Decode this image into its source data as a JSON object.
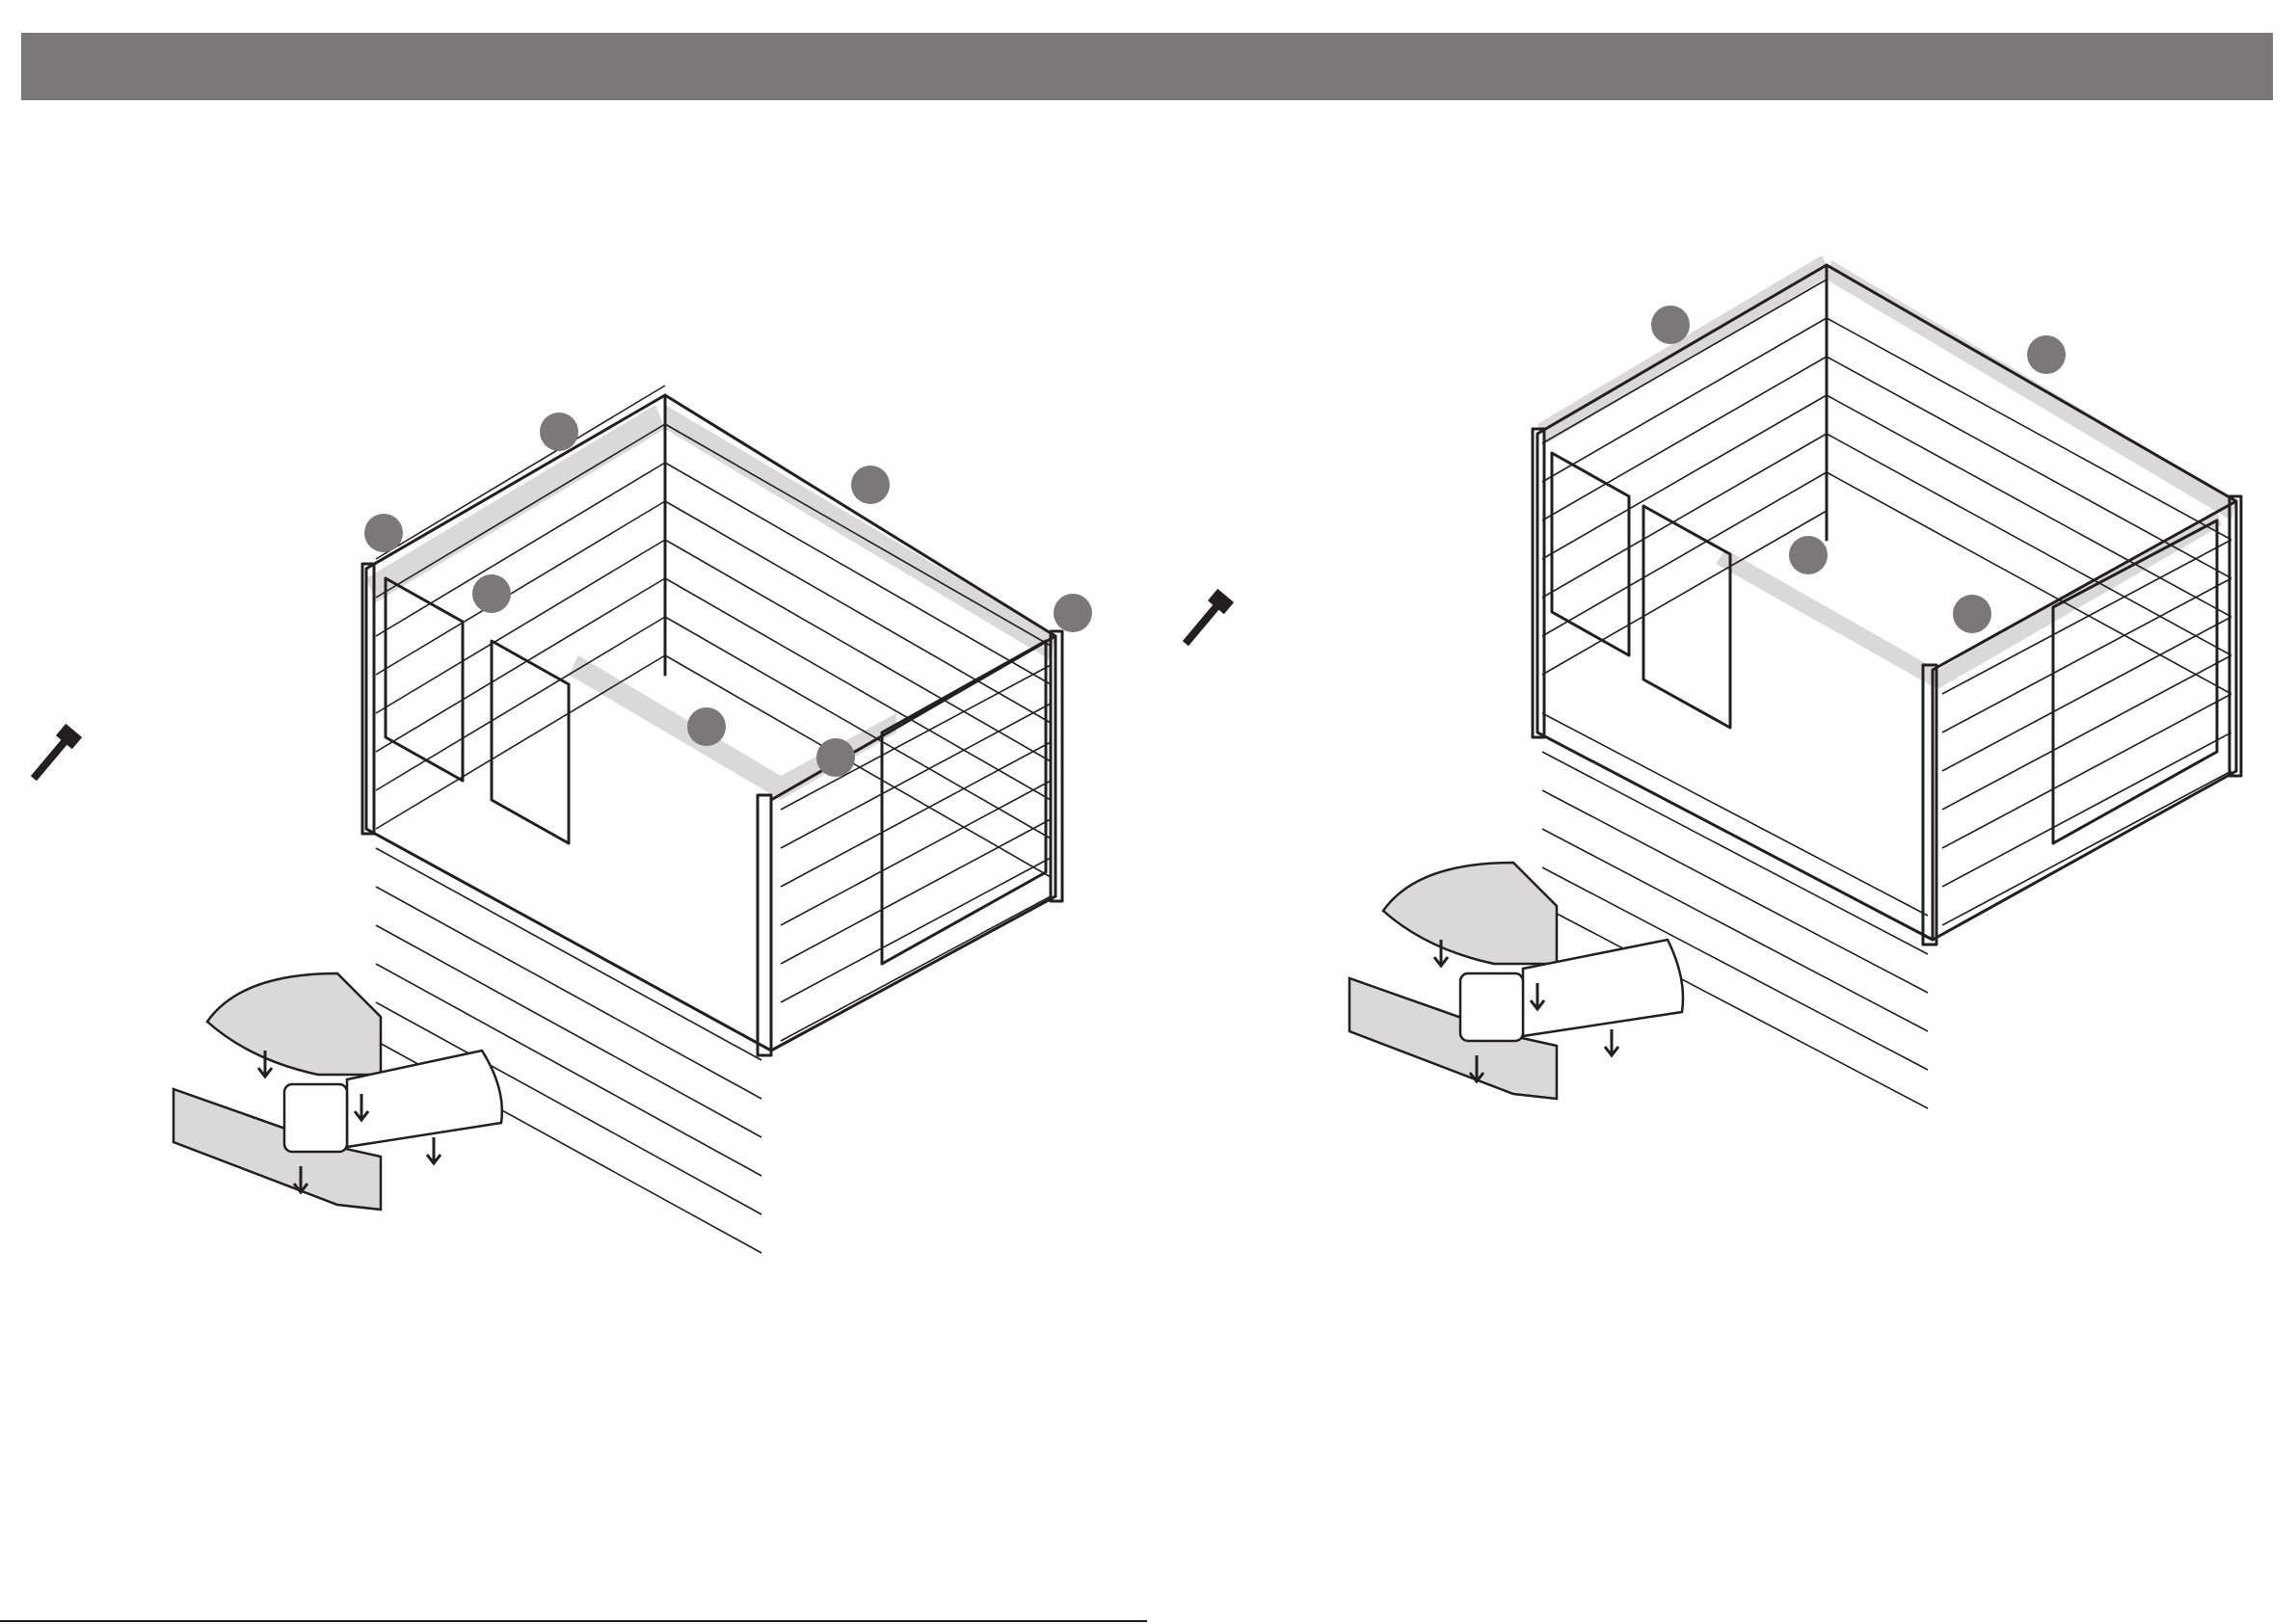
{
  "header": {
    "title": "",
    "bar_color": "#7a7879"
  },
  "colors": {
    "line": "#231f20",
    "callout": "#7a7879",
    "highlight": "#d9d9d9",
    "panel_fill": "#ffffff"
  },
  "steps": [
    {
      "id": "left",
      "tool_icon": "hammer-icon",
      "callouts": 7,
      "detail": "corner-joint-detail"
    },
    {
      "id": "right",
      "tool_icon": "hammer-icon",
      "callouts": 4,
      "detail": "corner-joint-detail"
    }
  ],
  "footer": {
    "text": ""
  }
}
